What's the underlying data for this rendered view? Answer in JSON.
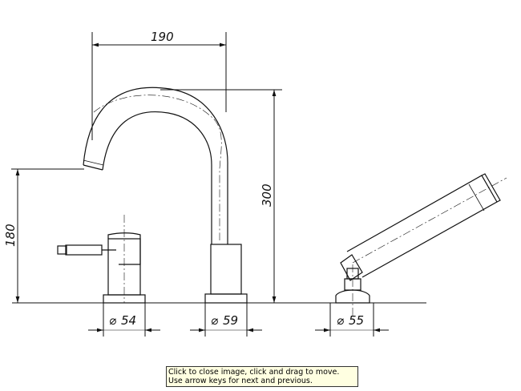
{
  "drawing": {
    "dimensions": {
      "spout_reach": "190",
      "spout_height": "300",
      "outlet_height": "180",
      "lever_base_dia": "54",
      "spout_base_dia": "59",
      "shower_base_dia": "55",
      "diameter_symbol": "⌀"
    }
  },
  "tooltip": {
    "text": "Click to close image, click and drag to move. Use arrow keys for next and previous."
  },
  "colors": {
    "line": "#111111",
    "tooltip_bg": "#ffffe1"
  }
}
